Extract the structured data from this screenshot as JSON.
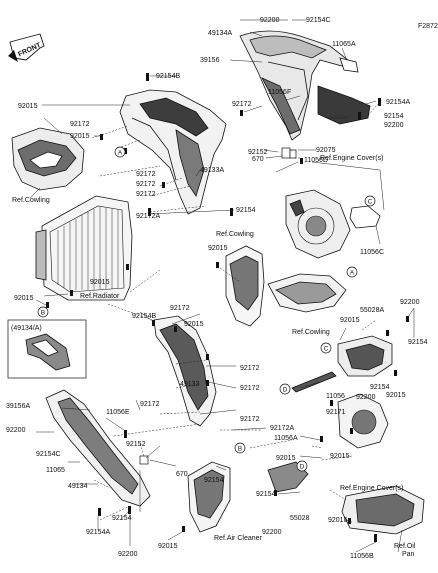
{
  "figure_id": "F2872",
  "front_label": "FRONT",
  "inset_title": "(49134/A)",
  "labels": {
    "n92200_top": "92200",
    "n92154C_top": "92154C",
    "n49134A": "49134A",
    "n11065A": "11065A",
    "n39156": "39156",
    "n92154B_top": "92154B",
    "n11056F": "11056F",
    "n92154A_r": "92154A",
    "n92015_l1": "92015",
    "n92172_l1": "92172",
    "n92172_m1": "92172",
    "n92154_r": "92154",
    "n92200_r": "92200",
    "n92075": "92075",
    "n92015_l2": "92015",
    "n92152_r": "92152",
    "n670_r": "670",
    "n11056D": "11056D",
    "ref_engine_cover_top": "Ref.Engine Cover(s)",
    "n92172_m2": "92172",
    "n92172_m3": "92172",
    "n49133A": "49133A",
    "ref_cowling_l": "Ref.Cowling",
    "n92172_m4": "92172",
    "n92172A_m": "92172A",
    "n92154_m": "92154",
    "n11056C": "11056C",
    "ref_cowling_mid": "Ref.Cowling",
    "n92015_mid": "92015",
    "n92015_r1": "92015",
    "ref_radiator": "Ref.Radiator",
    "n92015_l3": "92015",
    "n92172_mid2": "92172",
    "n92154B_mid": "92154B",
    "n92015_mid2": "92015",
    "ref_cowling_r": "Ref.Cowling",
    "n92015_r2": "92015",
    "n55028A": "55028A",
    "n92200_rr": "92200",
    "n92154_rr": "92154",
    "n92172_mid3": "92172",
    "n49133": "49133",
    "n92172_mid4": "92172",
    "n11056": "11056",
    "n92154_r3": "92154",
    "n92015_r3": "92015",
    "n92200_r3": "92200",
    "n39156A": "39156A",
    "n92172_l4": "92172",
    "n11056E": "11056E",
    "n92172_mid5": "92172",
    "n92172A_mid": "92172A",
    "n92200_l": "92200",
    "n92154C_l": "92154C",
    "n92171": "92171",
    "n11056A": "11056A",
    "n92152_l": "92152",
    "n670_l": "670",
    "n92015_r4": "92015",
    "n92015_r5": "92015",
    "ref_engine_cover_bot": "Ref.Engine Cover(s)",
    "n11065": "11065",
    "n49134": "49134",
    "n92154_b": "92154",
    "n92154_b2": "92154",
    "n92200_b2": "92200",
    "n55028": "55028",
    "n92154A_b": "92154A",
    "n92154_b3": "92154",
    "ref_air_cleaner": "Ref.Air Cleaner",
    "n92015_b": "92015",
    "n92200_b": "92200",
    "n92015_b3": "92015",
    "n11056B": "11056B",
    "ref_oil_pan_1": "Ref.Oil",
    "ref_oil_pan_2": "Pan"
  },
  "callouts": {
    "A": "A",
    "B": "B",
    "C": "C",
    "D": "D"
  }
}
